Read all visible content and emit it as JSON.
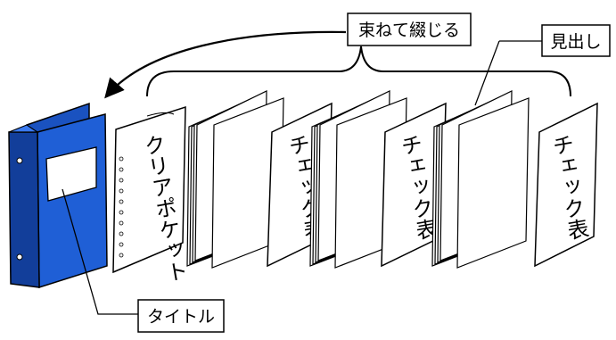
{
  "labels": {
    "bind": "束ねて綴じる",
    "index_tab": "見出し",
    "title": "タイトル"
  },
  "pages": {
    "clear_pocket": "クリアポケット",
    "check_sheet": "チェック表"
  },
  "colors": {
    "binder_blue": "#1f5fd6",
    "binder_dark": "#123e9a",
    "binder_light": "#3a7af0",
    "line": "#000000"
  }
}
